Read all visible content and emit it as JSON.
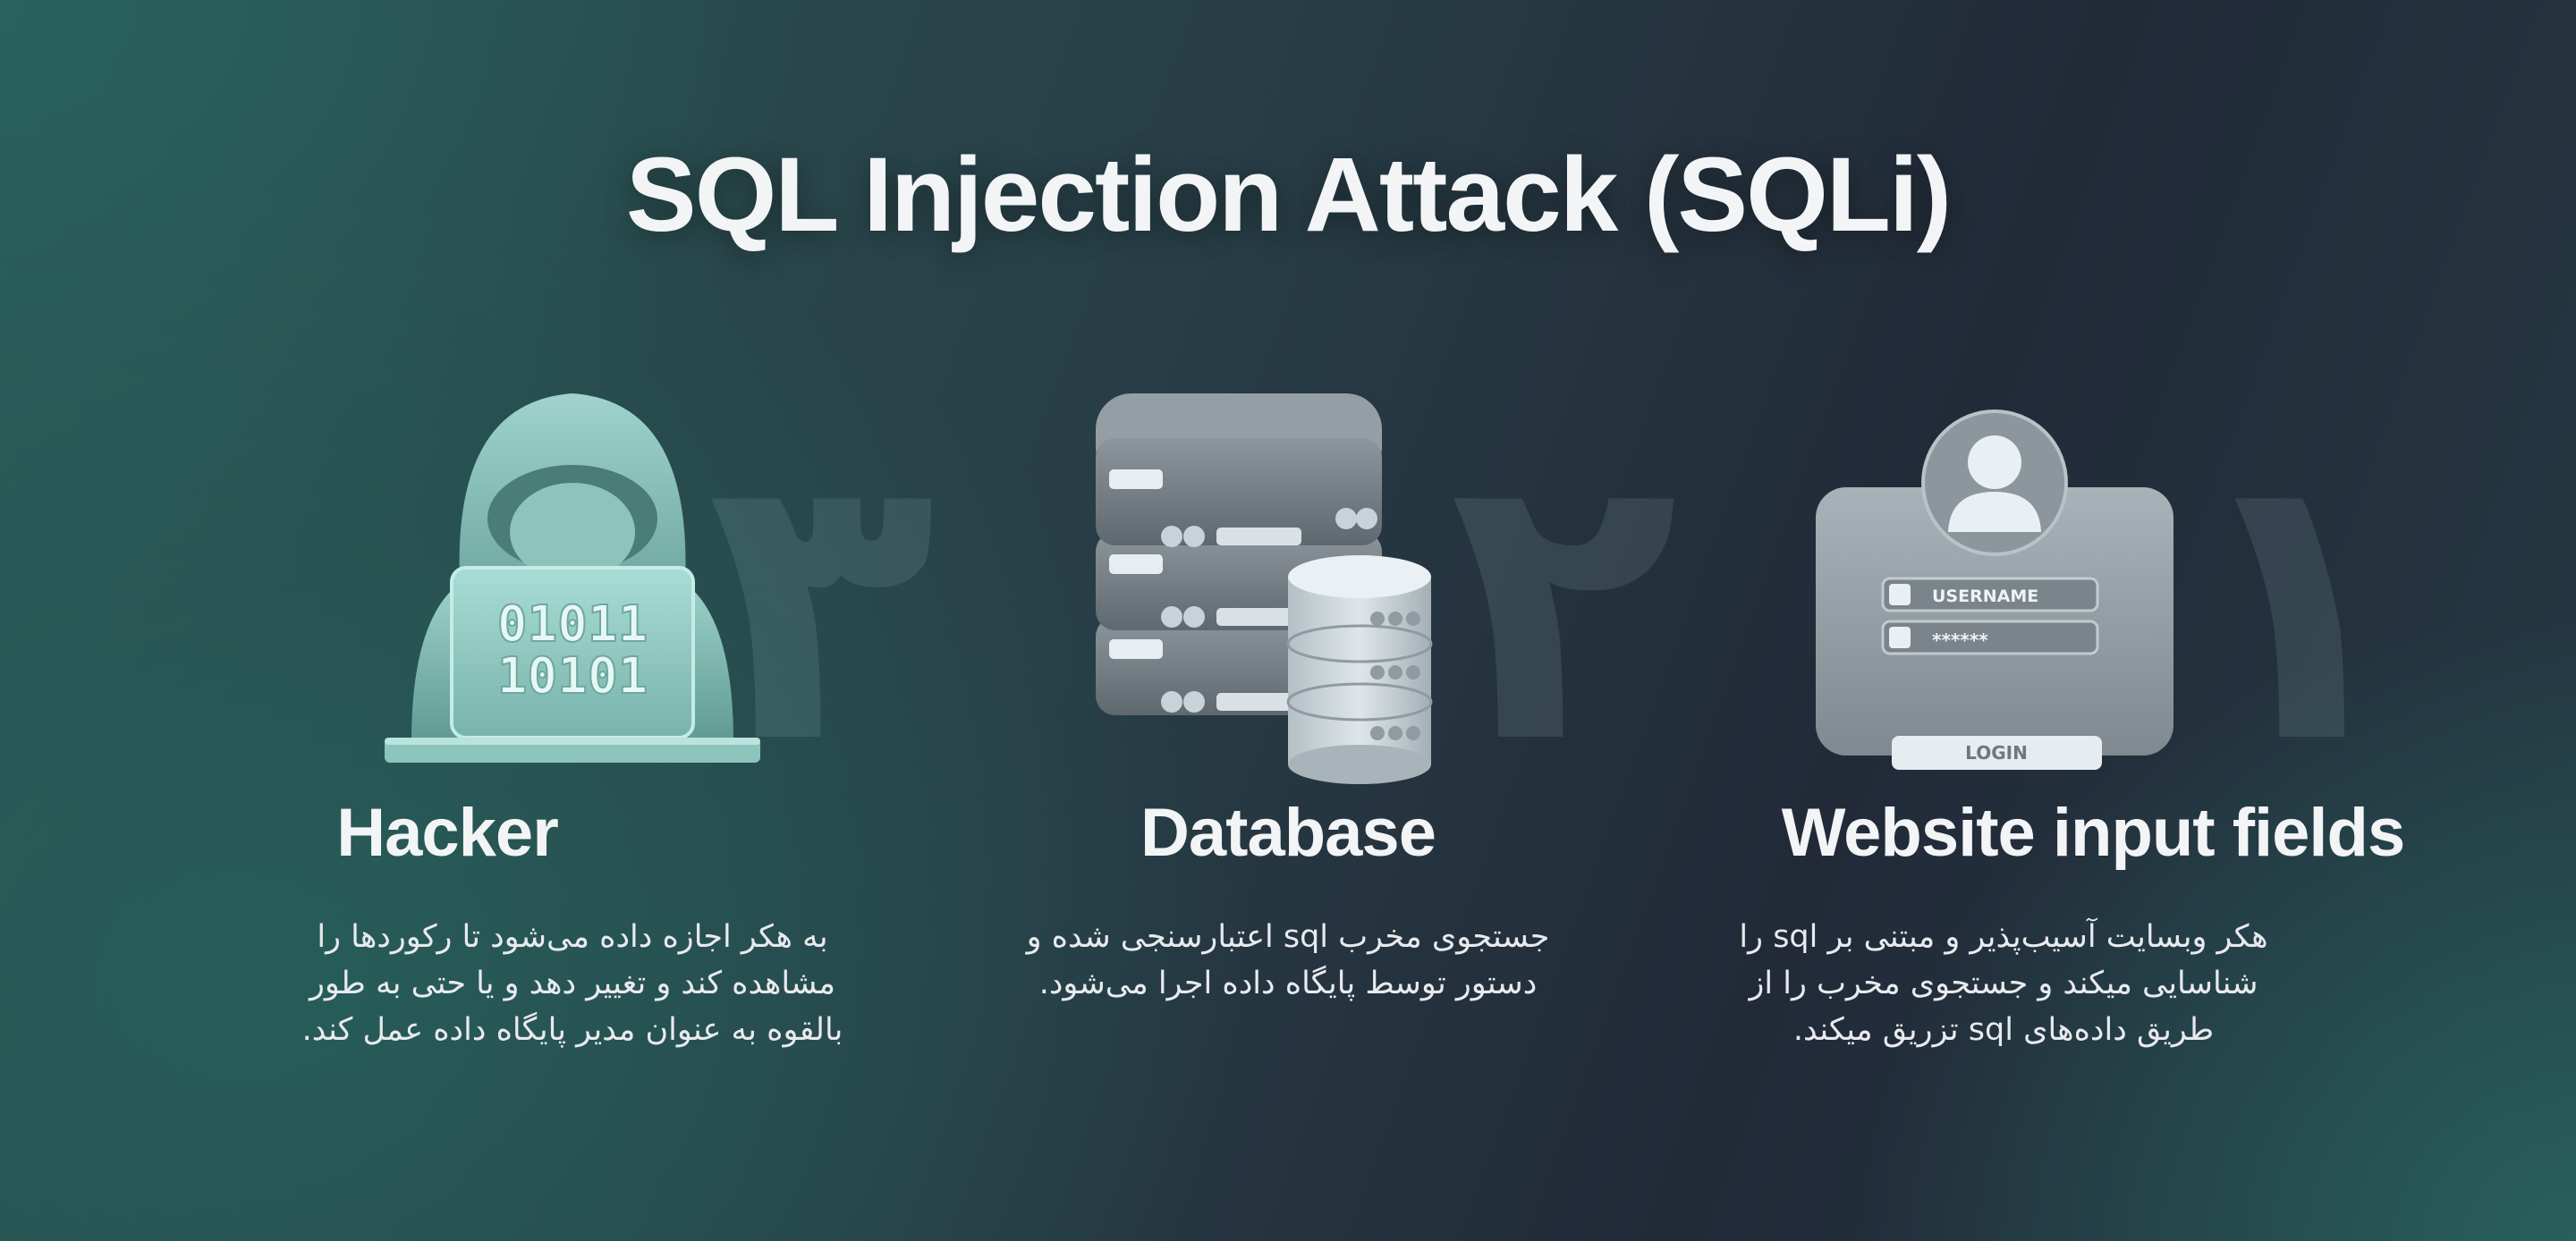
{
  "title": "SQL Injection Attack (SQLi)",
  "steps": [
    {
      "number": "۳",
      "heading": "Hacker",
      "icon": "hacker-icon",
      "screen_text": [
        "01011",
        "10101"
      ],
      "description": "به هکر اجازه داده می‌شود تا رکوردها را مشاهده کند و تغییر دهد و یا حتی به طور بالقوه به عنوان مدیر پایگاه داده عمل کند."
    },
    {
      "number": "۲",
      "heading": "Database",
      "icon": "database-icon",
      "description": "جستجوی مخرب sql اعتبارسنجی شده و دستور توسط پایگاه داده اجرا می‌شود."
    },
    {
      "number": "۱",
      "heading": "Website input fields",
      "icon": "login-form-icon",
      "username_label": "USERNAME",
      "password_mask": "******",
      "login_label": "LOGIN",
      "description": "هکر وبسایت آسیب‌پذیر و مبتنی بر sql را شناسایی میکند و جستجوی مخرب را از طریق داده‌های sql تزریق میکند."
    }
  ],
  "colors": {
    "heading": "#f3f4f6",
    "hacker_teal": "#8fc9c0",
    "server_gray": "#7d868d",
    "panel_gray": "#9aa3a9"
  }
}
